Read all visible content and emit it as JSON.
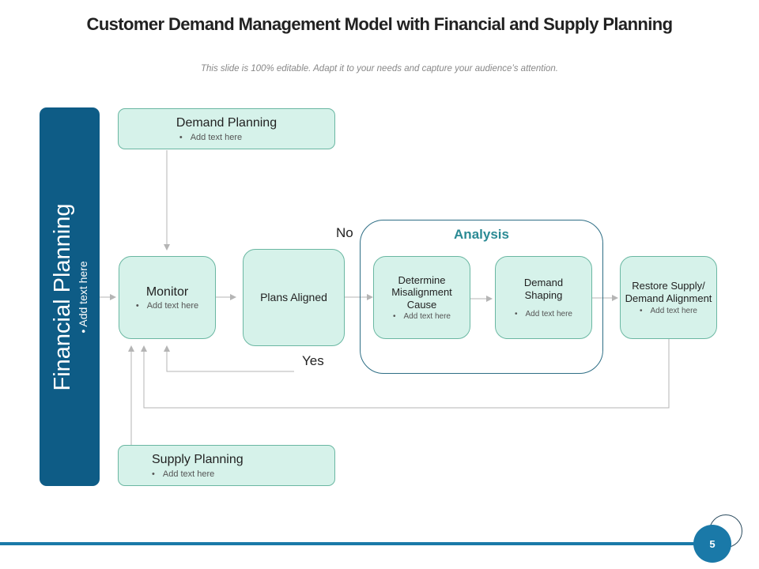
{
  "slide": {
    "title": "Customer Demand Management Model with Financial and Supply Planning",
    "subtitle": "This slide is 100% editable. Adapt it to your needs and capture your audience’s attention.",
    "page_number": "5"
  },
  "financial_planning": {
    "title": "Financial Planning",
    "bullet": "Add text here"
  },
  "boxes": {
    "demand_planning": {
      "title": "Demand Planning",
      "bullet": "Add text here"
    },
    "monitor": {
      "title": "Monitor",
      "bullet": "Add text here"
    },
    "plans_aligned": {
      "title": "Plans Aligned"
    },
    "determine_misalignment": {
      "title": "Determine Misalignment Cause",
      "bullet": "Add text here"
    },
    "demand_shaping": {
      "title": "Demand Shaping",
      "bullet": "Add text here"
    },
    "restore_alignment": {
      "title": "Restore Supply/ Demand Alignment",
      "bullet": "Add text here"
    },
    "supply_planning": {
      "title": "Supply Planning",
      "bullet": "Add text here"
    }
  },
  "analysis": {
    "title": "Analysis"
  },
  "labels": {
    "no": "No",
    "yes": "Yes"
  },
  "bullet_symbol": "•",
  "colors": {
    "financial_bar": "#0e5c86",
    "box_fill": "#d6f2ea",
    "box_border": "#6ab7a2",
    "analysis_title": "#2a8a94",
    "accent": "#1a79a8",
    "connector": "#b5b5b5"
  }
}
